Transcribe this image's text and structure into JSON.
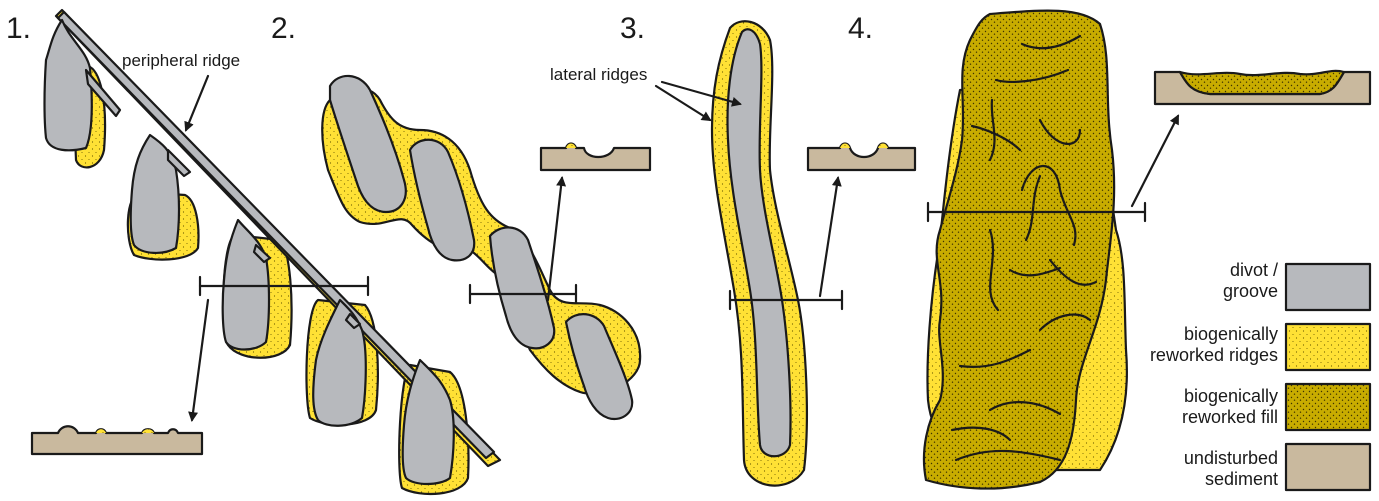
{
  "panels": [
    {
      "number": "1."
    },
    {
      "number": "2."
    },
    {
      "number": "3."
    },
    {
      "number": "4."
    }
  ],
  "annotations": {
    "peripheral_ridge": "peripheral ridge",
    "lateral_ridges": "lateral ridges"
  },
  "legend": [
    {
      "line1": "divot /",
      "line2": "groove",
      "swatch": "grey"
    },
    {
      "line1": "biogenically",
      "line2": "reworked ridges",
      "swatch": "yellow-dotted"
    },
    {
      "line1": "biogenically",
      "line2": "reworked fill",
      "swatch": "olive-dotted"
    },
    {
      "line1": "undisturbed",
      "line2": "sediment",
      "swatch": "tan"
    }
  ],
  "colors": {
    "groove": "#b7b9bd",
    "ridges": "#ffe135",
    "fill": "#c8ac00",
    "sediment": "#c9b99e",
    "outline": "#1a1a1a"
  }
}
